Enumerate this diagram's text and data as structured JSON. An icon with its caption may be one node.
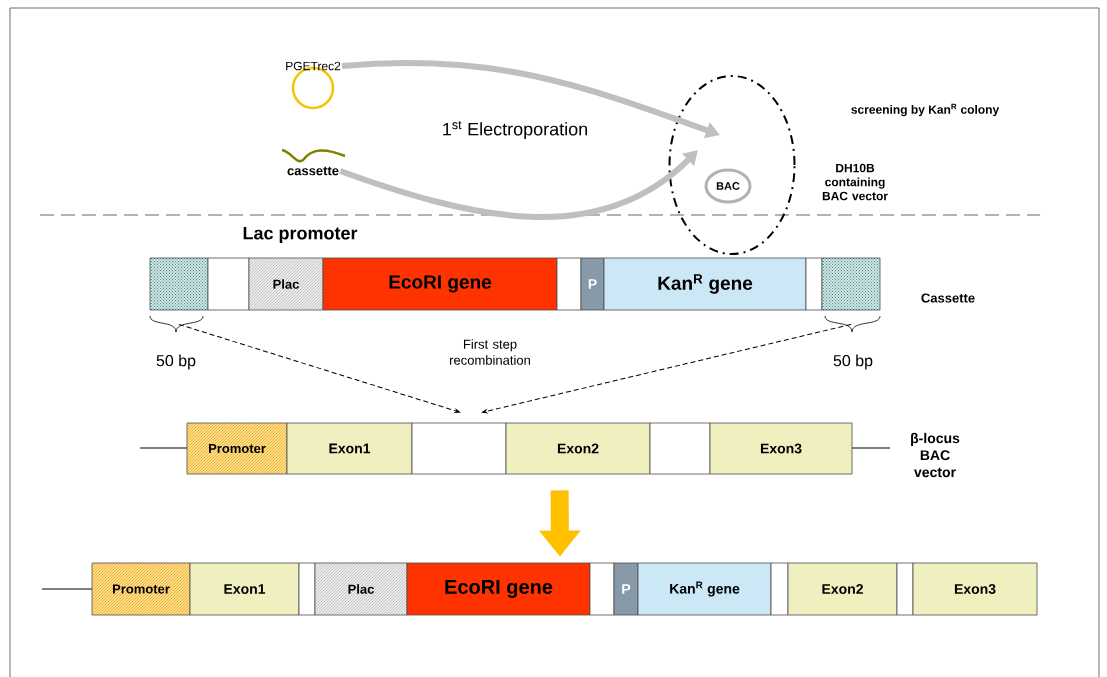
{
  "diagram": {
    "nodes": [
      {
        "text": [
          "PGETrec2"
        ]
      },
      {
        "text": [
          "cassette"
        ]
      },
      {
        "text": [],
        "shape": "circle",
        "beside": [
          "DH10B containing BAC vector"
        ]
      },
      {
        "text": [
          "BAC"
        ],
        "in": 2
      },
      {
        "text": [],
        "shape": "box"
      },
      {
        "text": [],
        "shape": "box"
      },
      {
        "text": [
          "Plac"
        ]
      },
      {
        "text": [
          "EcoRI gene"
        ]
      },
      {
        "text": [],
        "shape": "box"
      },
      {
        "text": [
          "P"
        ]
      },
      {
        "text": [
          "Kan$^{R}$ gene"
        ]
      },
      {
        "text": [],
        "shape": "box"
      },
      {
        "text": [],
        "shape": "box"
      },
      {
        "text": [
          "Promoter"
        ]
      },
      {
        "text": [
          "Exon1"
        ]
      },
      {
        "text": [],
        "shape": "box"
      },
      {
        "text": [
          "Exon2"
        ]
      },
      {
        "text": [],
        "shape": "box"
      },
      {
        "text": [
          "Exon3"
        ]
      },
      {
        "text": [
          "Promoter"
        ]
      },
      {
        "text": [
          "Exon1"
        ]
      },
      {
        "text": [],
        "shape": "box"
      },
      {
        "text": [
          "Plac"
        ]
      },
      {
        "text": [
          "EcoRI gene"
        ]
      },
      {
        "text": [],
        "shape": "box"
      },
      {
        "text": [
          "P"
        ]
      },
      {
        "text": [
          "Kan$^{R}$ gene"
        ]
      },
      {
        "text": [],
        "shape": "box"
      },
      {
        "text": [
          "Exon2"
        ]
      },
      {
        "text": [],
        "shape": "box"
      },
      {
        "text": [
          "Exon3"
        ]
      }
    ],
    "edges": [
      {
        "from": 0,
        "to": 2,
        "arrow": "to",
        "color": "#bfbfbf"
      },
      {
        "from": 1,
        "to": 2,
        "arrow": "to",
        "color": "#bfbfbf"
      },
      {
        "from": 4,
        "to": 15,
        "arrow": "to",
        "style": "dashed",
        "color": "#000000"
      },
      {
        "from": 12,
        "to": 15,
        "arrow": "to",
        "style": "dashed",
        "color": "#000000"
      },
      {
        "from": 16,
        "to": 23,
        "arrow": "to",
        "style": "thick",
        "color": "#ffc000"
      }
    ],
    "labels": [
      "1$^{st}$ Electroporation",
      "screening by Kan$^{R}$ colony",
      "Lac promoter",
      "Cassette",
      "50 bp",
      "50 bp",
      "First step recombination",
      "β-locus BAC vector"
    ]
  }
}
